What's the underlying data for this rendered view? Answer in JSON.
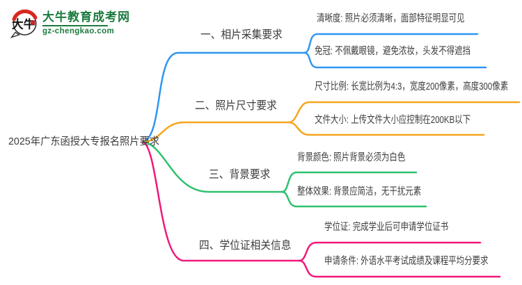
{
  "site": {
    "name": "大牛教育成考网",
    "domain": "gz-chengkao.com",
    "logo_icon_text": "大牛",
    "brand_green": "#1b7a3e",
    "logo_red": "#d8281e",
    "seal_red": "#c3272b"
  },
  "mindmap": {
    "root": {
      "label": "2025年广东函授大专报名照片要求"
    },
    "text_color": "#3d3d3d",
    "branches": [
      {
        "label": "一、相片采集要求",
        "color": "#2f96f3",
        "children": [
          {
            "label": "清晰度: 照片必须清晰，面部特征明显可见"
          },
          {
            "label": "免冠: 不佩戴眼镜，避免浓妆，头发不得遮挡"
          }
        ]
      },
      {
        "label": "二、照片尺寸要求",
        "color": "#f5a51d",
        "children": [
          {
            "label": "尺寸比例: 长宽比例为4:3，宽度200像素，高度300像素"
          },
          {
            "label": "文件大小: 上传文件大小应控制在200KB以下"
          }
        ]
      },
      {
        "label": "三、背景要求",
        "color": "#2ec16e",
        "children": [
          {
            "label": "背景颜色: 照片背景必须为白色"
          },
          {
            "label": "整体效果: 背景应简洁，无干扰元素"
          }
        ]
      },
      {
        "label": "四、学位证相关信息",
        "color": "#f01879",
        "children": [
          {
            "label": "学位证: 完成学业后可申请学位证书"
          },
          {
            "label": "申请条件: 外语水平考试成绩及课程平均分要求"
          }
        ]
      }
    ]
  }
}
